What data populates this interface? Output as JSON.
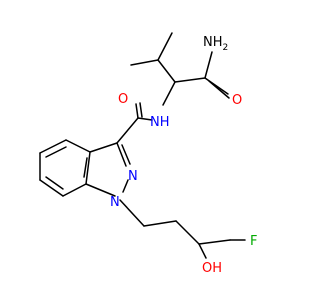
{
  "molecule": {
    "atom_labels": [
      {
        "id": "amide-nh2",
        "text": "NH",
        "sub": "2",
        "color": "#000000"
      },
      {
        "id": "amide-o",
        "text": "O",
        "color": "#ff0000"
      },
      {
        "id": "carbonyl-o",
        "text": "O",
        "color": "#ff0000"
      },
      {
        "id": "amide-nh",
        "text": "NH",
        "color": "#0000ff"
      },
      {
        "id": "indazole-n2",
        "text": "N",
        "color": "#0000ff"
      },
      {
        "id": "indazole-n1",
        "text": "N",
        "color": "#0000ff"
      },
      {
        "id": "fluoro-f",
        "text": "F",
        "color": "#00aa00"
      },
      {
        "id": "hydroxy-oh",
        "text": "OH",
        "color": "#ff0000"
      }
    ]
  }
}
